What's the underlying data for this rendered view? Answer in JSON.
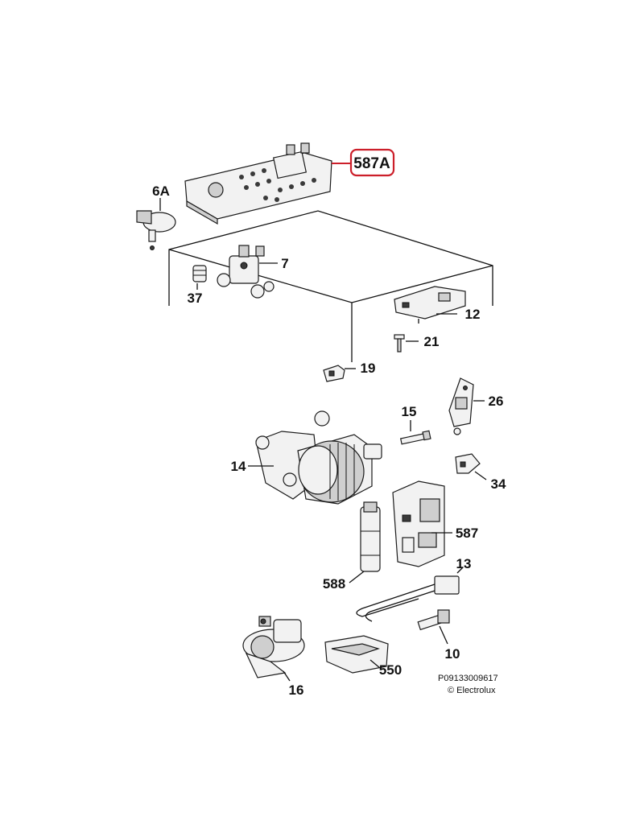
{
  "diagram": {
    "highlight_color": "#cc1f2a",
    "highlighted_part": "587A",
    "labels": {
      "p587A": "587A",
      "p6A": "6A",
      "p7": "7",
      "p37": "37",
      "p12": "12",
      "p21": "21",
      "p19": "19",
      "p15": "15",
      "p26": "26",
      "p14": "14",
      "p34": "34",
      "p587": "587",
      "p588": "588",
      "p13": "13",
      "p10": "10",
      "p550": "550",
      "p16": "16"
    },
    "reference_code": "P09133009617",
    "copyright": "© Electrolux"
  }
}
